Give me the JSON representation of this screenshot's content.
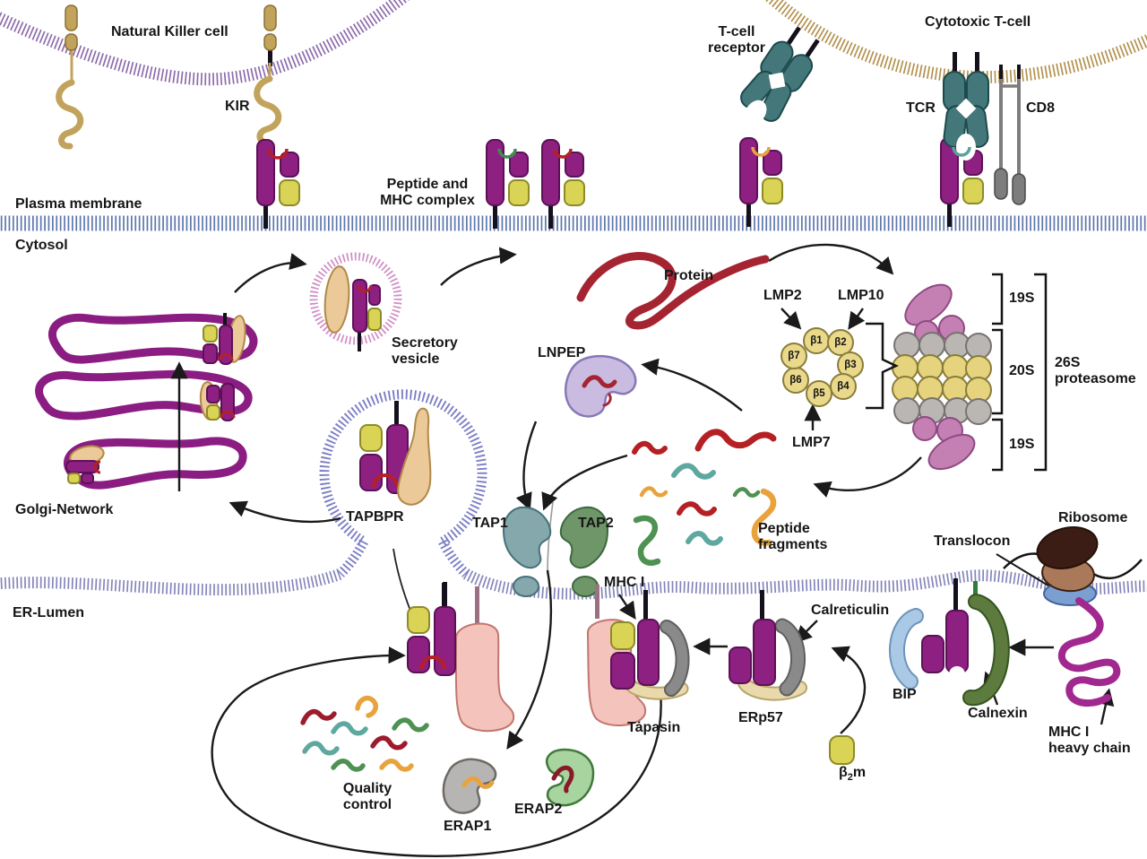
{
  "palette": {
    "mhc_magenta": "#8e2082",
    "b2m_yellow": "#d9d455",
    "plasma_membrane_blue": "#5c76ad",
    "er_membrane_purple": "#8585bb",
    "nk_membrane_purple": "#8d6cab",
    "tcell_membrane_tan": "#b3914f",
    "tcr_teal": "#44777a",
    "cd8_gray": "#7d7d7d",
    "kir_tan": "#c2a35c",
    "protein_red": "#a52432",
    "proteasome_yellow": "#e6d37e",
    "proteasome_gray": "#b9b6b4",
    "proteasome_pink": "#c47fb3",
    "tap1_teal": "#84a8ab",
    "tap2_green": "#6f9668",
    "lnpep_lavender": "#c9bce0",
    "tapasin_pink": "#f3c3bc",
    "tapbpr_tan": "#ecc998",
    "calreticulin_gray": "#8a8a8a",
    "erp57_cream": "#ead9ab",
    "bip_blue": "#a9c9e6",
    "calnexin_green": "#5d7a3f",
    "erap1_gray": "#b7b5b3",
    "erap2_green": "#a8d4a0",
    "peptide_orange": "#e8a33d",
    "peptide_green": "#4e9152",
    "peptide_teal": "#5fa8a0",
    "peptide_red": "#b52025"
  },
  "labels": {
    "nk_cell": "Natural Killer cell",
    "kir": "KIR",
    "plasma_membrane": "Plasma membrane",
    "cytosol": "Cytosol",
    "peptide_mhc": "Peptide and\nMHC complex",
    "tcell_receptor": "T-cell\nreceptor",
    "cytotoxic_tcell": "Cytotoxic T-cell",
    "tcr": "TCR",
    "cd8": "CD8",
    "protein": "Protein",
    "lmp2": "LMP2",
    "lmp10": "LMP10",
    "lmp7": "LMP7",
    "s19_top": "19S",
    "s20": "20S",
    "s19_bottom": "19S",
    "proteasome_26s": "26S\nproteasome",
    "golgi": "Golgi-Network",
    "secretory_vesicle": "Secretory\nvesicle",
    "tapbpr": "TAPBPR",
    "lnpep": "LNPEP",
    "tap1": "TAP1",
    "tap2": "TAP2",
    "peptide_fragments": "Peptide\nfragments",
    "er_lumen": "ER-Lumen",
    "mhc_i": "MHC I",
    "calreticulin": "Calreticulin",
    "ribosome": "Ribosome",
    "translocon": "Translocon",
    "bip": "BIP",
    "calnexin": "Calnexin",
    "mhc_heavy_chain": "MHC I\nheavy chain",
    "erp57": "ERp57",
    "tapasin": "Tapasin",
    "quality_control": "Quality\ncontrol",
    "erap1": "ERAP1",
    "erap2": "ERAP2"
  },
  "beta_subunits": [
    "β1",
    "β2",
    "β3",
    "β4",
    "β5",
    "β6",
    "β7"
  ],
  "b2m": {
    "base": "β",
    "sub": "2",
    "tail": "m"
  }
}
